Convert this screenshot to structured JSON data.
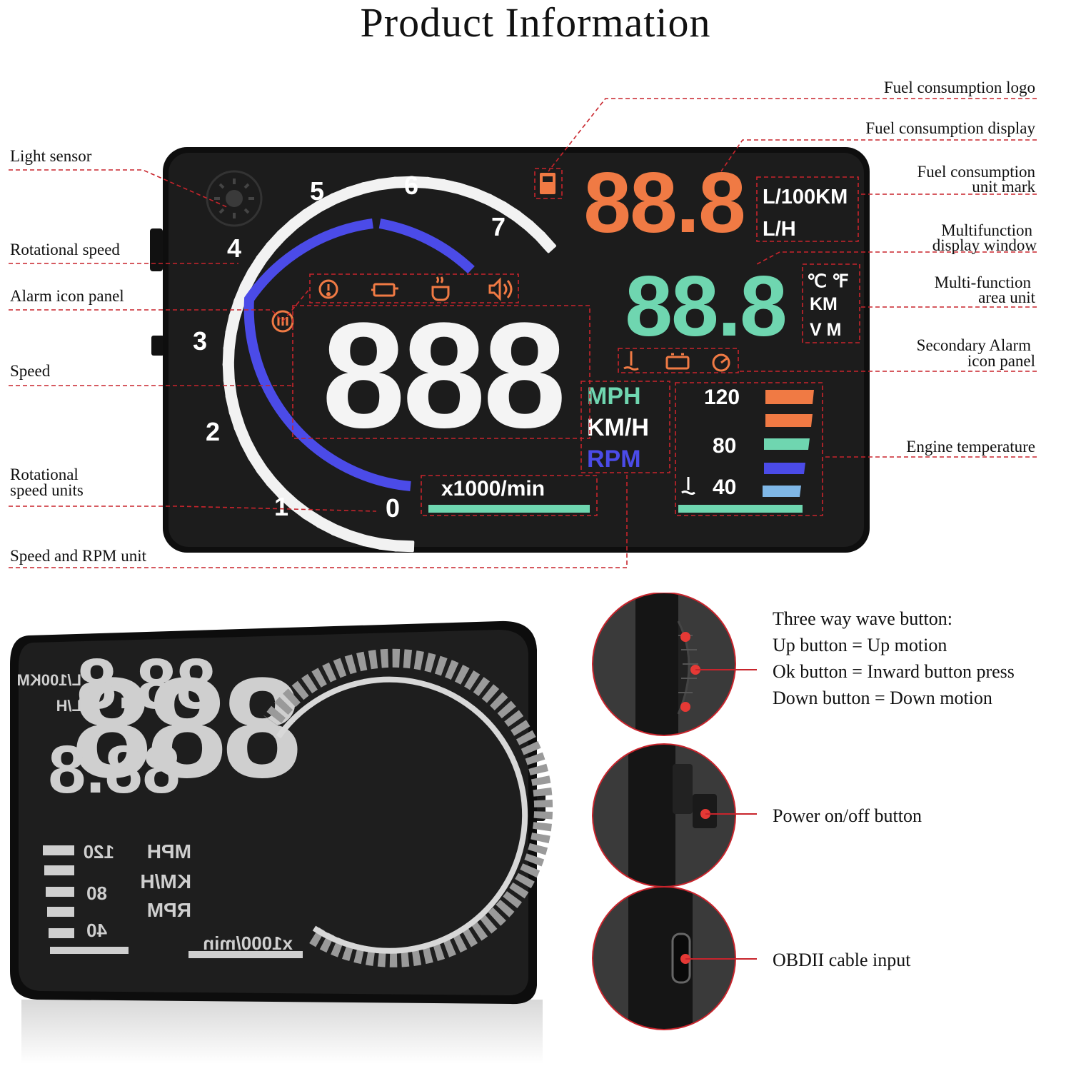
{
  "title": "Product Information",
  "left_labels": {
    "light_sensor": "Light sensor",
    "rotational_speed": "Rotational speed",
    "alarm_icon_panel": "Alarm icon panel",
    "speed": "Speed",
    "rotational_speed_units_1": "Rotational",
    "rotational_speed_units_2": "speed units",
    "speed_rpm_unit": "Speed and RPM unit"
  },
  "right_labels": {
    "fuel_logo": "Fuel consumption logo",
    "fuel_display": "Fuel consumption display",
    "fuel_unit_1": "Fuel consumption",
    "fuel_unit_2": "unit mark",
    "multi_window_1": "Multifunction",
    "multi_window_2": "display window",
    "multi_unit_1": "Multi-function",
    "multi_unit_2": "area unit",
    "secondary_alarm_1": "Secondary Alarm",
    "secondary_alarm_2": "icon panel",
    "engine_temp": "Engine temperature"
  },
  "hud": {
    "speed_digits": "888",
    "fuel_digits": "88.8",
    "multi_digits": "88.8",
    "fuel_units": [
      "L/100KM",
      "L/H"
    ],
    "multi_units": [
      "℃ ℉",
      "KM",
      "V  M"
    ],
    "speed_units": [
      "MPH",
      "KM/H",
      "RPM"
    ],
    "rpm_unit": "x1000/min",
    "rpm_ticks": [
      "0",
      "1",
      "2",
      "3",
      "4",
      "5",
      "6",
      "7"
    ],
    "temp_labels": [
      "120",
      "80",
      "40"
    ],
    "colors": {
      "orange": "#f07a44",
      "teal": "#6fd6b0",
      "blue": "#4b4be8",
      "lightblue": "#7fb7e6",
      "white": "#ffffff",
      "body": "#1b1b1b"
    }
  },
  "buttons": {
    "wave_title": "Three way wave button:",
    "up": "Up button = Up motion",
    "ok": "Ok button = Inward button press",
    "down": "Down button = Down motion",
    "power": "Power on/off button",
    "obd": "OBDII cable input"
  }
}
